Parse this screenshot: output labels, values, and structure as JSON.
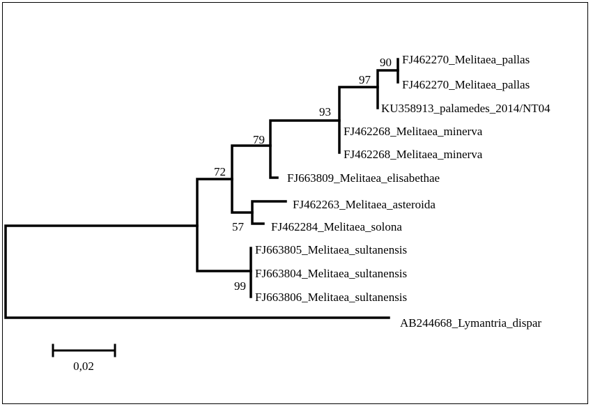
{
  "tree": {
    "leaves": [
      {
        "id": "l1",
        "label": "FJ462270_Melitaea_pallas"
      },
      {
        "id": "l2",
        "label": "FJ462270_Melitaea_pallas"
      },
      {
        "id": "l3",
        "label": "KU358913_palamedes_2014/NT04"
      },
      {
        "id": "l4",
        "label": "FJ462268_Melitaea_minerva"
      },
      {
        "id": "l5",
        "label": "FJ462268_Melitaea_minerva"
      },
      {
        "id": "l6",
        "label": "FJ663809_Melitaea_elisabethae"
      },
      {
        "id": "l7",
        "label": "FJ462263_Melitaea_asteroida"
      },
      {
        "id": "l8",
        "label": "FJ462284_Melitaea_solona"
      },
      {
        "id": "l9",
        "label": "FJ663805_Melitaea_sultanensis"
      },
      {
        "id": "l10",
        "label": "FJ663804_Melitaea_sultanensis"
      },
      {
        "id": "l11",
        "label": "FJ663806_Melitaea_sultanensis"
      },
      {
        "id": "l12",
        "label": "AB244668_Lymantria_dispar"
      }
    ],
    "bootstrap": [
      {
        "id": "b90",
        "value": "90"
      },
      {
        "id": "b97",
        "value": "97"
      },
      {
        "id": "b93",
        "value": "93"
      },
      {
        "id": "b79",
        "value": "79"
      },
      {
        "id": "b72",
        "value": "72"
      },
      {
        "id": "b57",
        "value": "57"
      },
      {
        "id": "b99",
        "value": "99"
      }
    ],
    "scale_bar": {
      "label": "0,02"
    }
  }
}
